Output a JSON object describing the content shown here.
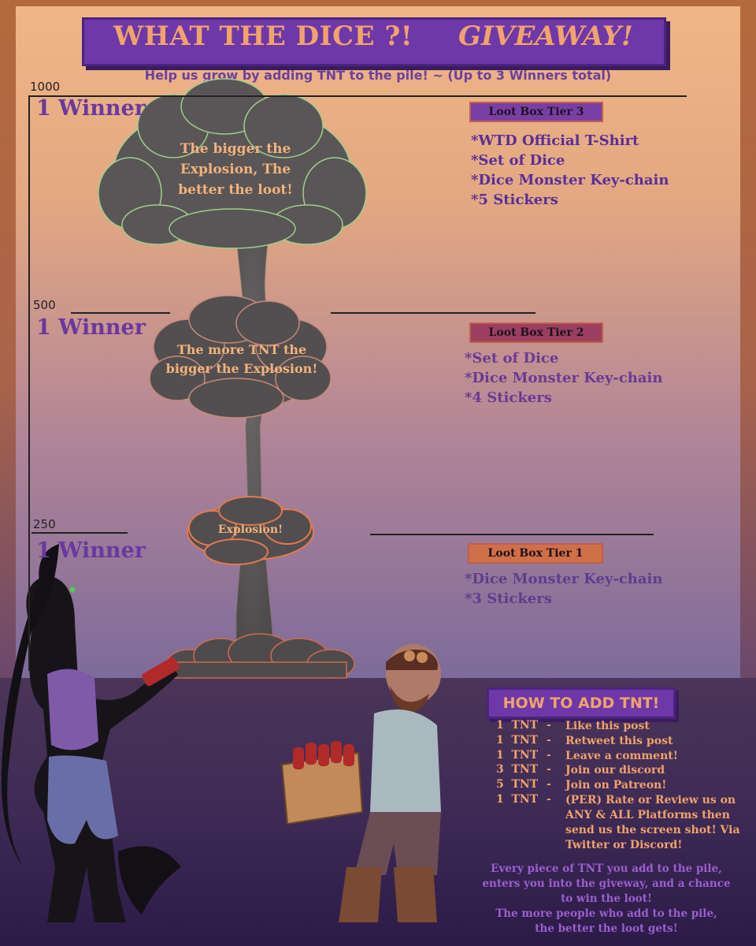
{
  "header": {
    "title": "WHAT THE DICE ?!",
    "title_right": "GIVEAWAY!",
    "subtitle": "Help us grow by adding TNT to the pile!  ~ (Up to 3 Winners total)"
  },
  "tiers": [
    {
      "threshold": "1000",
      "winner_label": "1 Winner",
      "box_label": "Loot Box Tier 3",
      "box_color": "#7a3fa6",
      "text_color": "#5a2e98",
      "cloud_text": "The bigger the Explosion, The better the loot!",
      "prizes": [
        "*WTD Official T-Shirt",
        "*Set of Dice",
        "*Dice Monster Key-chain",
        "*5 Stickers"
      ]
    },
    {
      "threshold": "500",
      "winner_label": "1 Winner",
      "box_label": "Loot Box Tier 2",
      "box_color": "#9b3f60",
      "text_color": "#6a3a94",
      "cloud_text": "The more TNT the bigger the Explosion!",
      "prizes": [
        "*Set of Dice",
        "*Dice Monster Key-chain",
        "*4 Stickers"
      ]
    },
    {
      "threshold": "250",
      "winner_label": "1 Winner",
      "box_label": "Loot Box Tier 1",
      "box_color": "#d07048",
      "text_color": "#5e3d8c",
      "cloud_text": "Explosion!",
      "prizes": [
        "*Dice Monster Key-chain",
        "*3 Stickers"
      ]
    }
  ],
  "how_to": {
    "title": "HOW TO ADD TNT!",
    "rows": [
      {
        "amount": "1  TNT",
        "dash": "-",
        "action": "Like this post"
      },
      {
        "amount": "1  TNT",
        "dash": "-",
        "action": "Retweet this post"
      },
      {
        "amount": "1  TNT",
        "dash": "-",
        "action": "Leave a comment!"
      },
      {
        "amount": "3  TNT",
        "dash": "-",
        "action": "Join our discord"
      },
      {
        "amount": "5  TNT",
        "dash": "-",
        "action": "Join on Patreon!"
      },
      {
        "amount": "1  TNT",
        "dash": "-",
        "action": "(PER) Rate or Review us on ANY & ALL  Platforms then send us the screen shot! Via Twitter or Discord!"
      }
    ]
  },
  "footer": {
    "line1": "Every piece of TNT you add to the pile,",
    "line2": "enters you into the giveway, and a chance",
    "line3": "to win the loot!",
    "line4": "The more people who add to the pile,",
    "line5": "the better the loot gets!"
  },
  "colors": {
    "accent_purple": "#6e38a8",
    "accent_orange": "#f1a36b",
    "smoke": "#5a5656"
  }
}
